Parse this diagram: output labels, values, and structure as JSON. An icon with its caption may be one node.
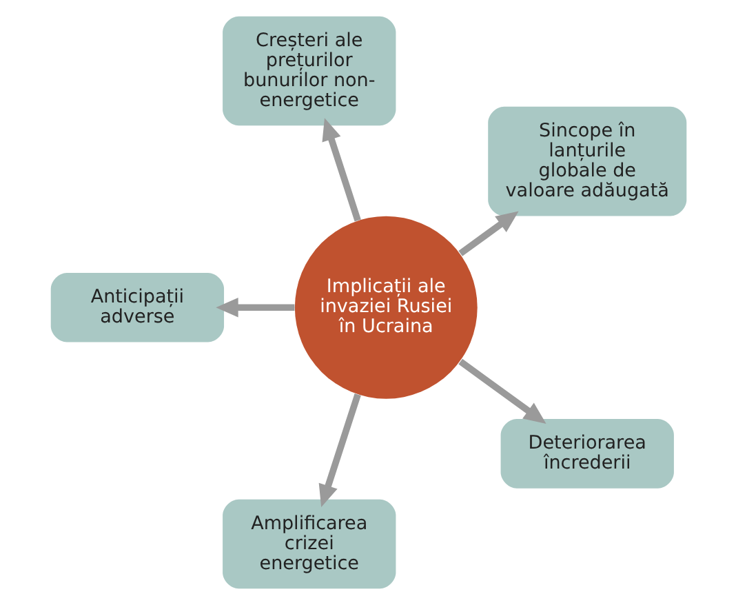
{
  "diagram": {
    "nodes": [
      {
        "text": [
          "Sincope în lanțurile globale de valoare adăugată"
        ]
      },
      {
        "text": [
          "Creșteri ale prețurilor bunurilor non-energetice"
        ]
      },
      {
        "text": [
          "Anticipații adverse"
        ]
      },
      {
        "text": [
          "Implicații ale invaziei Rusiei în Ucraina"
        ]
      },
      {
        "text": [
          "Amplificarea crizei energetice"
        ]
      },
      {
        "text": [
          "Deteriorarea încrederii"
        ]
      }
    ],
    "edges": [
      {
        "from": 3,
        "to": 0,
        "arrow": "to"
      },
      {
        "from": 3,
        "to": 1,
        "arrow": "to"
      },
      {
        "from": 3,
        "to": 2,
        "arrow": "to"
      },
      {
        "from": 3,
        "to": 4,
        "arrow": "to"
      },
      {
        "from": 3,
        "to": 5,
        "arrow": "to"
      }
    ]
  }
}
